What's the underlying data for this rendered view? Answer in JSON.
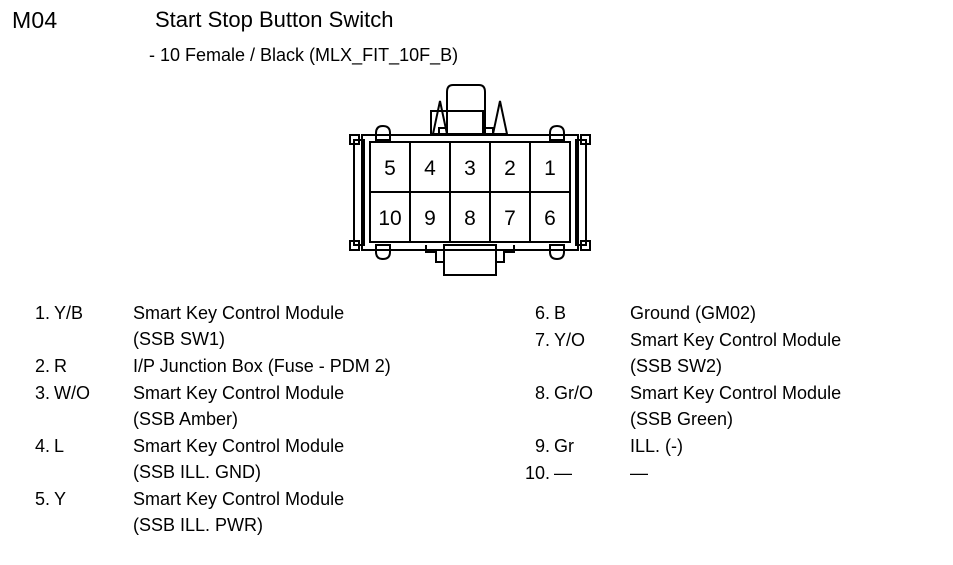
{
  "header": {
    "code": "M04",
    "title": "Start Stop Button Switch",
    "subtitle": "- 10 Female / Black (MLX_FIT_10F_B)"
  },
  "connector": {
    "name": "connector-face-view",
    "rows": [
      {
        "cells": [
          "5",
          "4",
          "3",
          "2",
          "1"
        ]
      },
      {
        "cells": [
          "10",
          "9",
          "8",
          "7",
          "6"
        ]
      }
    ]
  },
  "pinout": {
    "left": [
      {
        "num": "1.",
        "color": "Y/B",
        "desc": "Smart Key Control Module",
        "desc2": "(SSB SW1)"
      },
      {
        "num": "2.",
        "color": "R",
        "desc": "I/P Junction Box (Fuse - PDM 2)",
        "desc2": ""
      },
      {
        "num": "3.",
        "color": "W/O",
        "desc": "Smart Key Control Module",
        "desc2": "(SSB Amber)"
      },
      {
        "num": "4.",
        "color": "L",
        "desc": "Smart Key Control Module",
        "desc2": "(SSB ILL. GND)"
      },
      {
        "num": "5.",
        "color": "Y",
        "desc": "Smart Key Control Module",
        "desc2": "(SSB ILL. PWR)"
      }
    ],
    "right": [
      {
        "num": "6.",
        "color": "B",
        "desc": "Ground (GM02)",
        "desc2": ""
      },
      {
        "num": "7.",
        "color": "Y/O",
        "desc": "Smart Key Control Module",
        "desc2": "(SSB SW2)"
      },
      {
        "num": "8.",
        "color": "Gr/O",
        "desc": "Smart Key Control Module",
        "desc2": "(SSB Green)"
      },
      {
        "num": "9.",
        "color": "Gr",
        "desc": "ILL. (-)",
        "desc2": ""
      },
      {
        "num": "10.",
        "color": "—",
        "desc": "—",
        "desc2": ""
      }
    ]
  },
  "colors": {
    "ink": "#000000",
    "paper": "#ffffff"
  }
}
